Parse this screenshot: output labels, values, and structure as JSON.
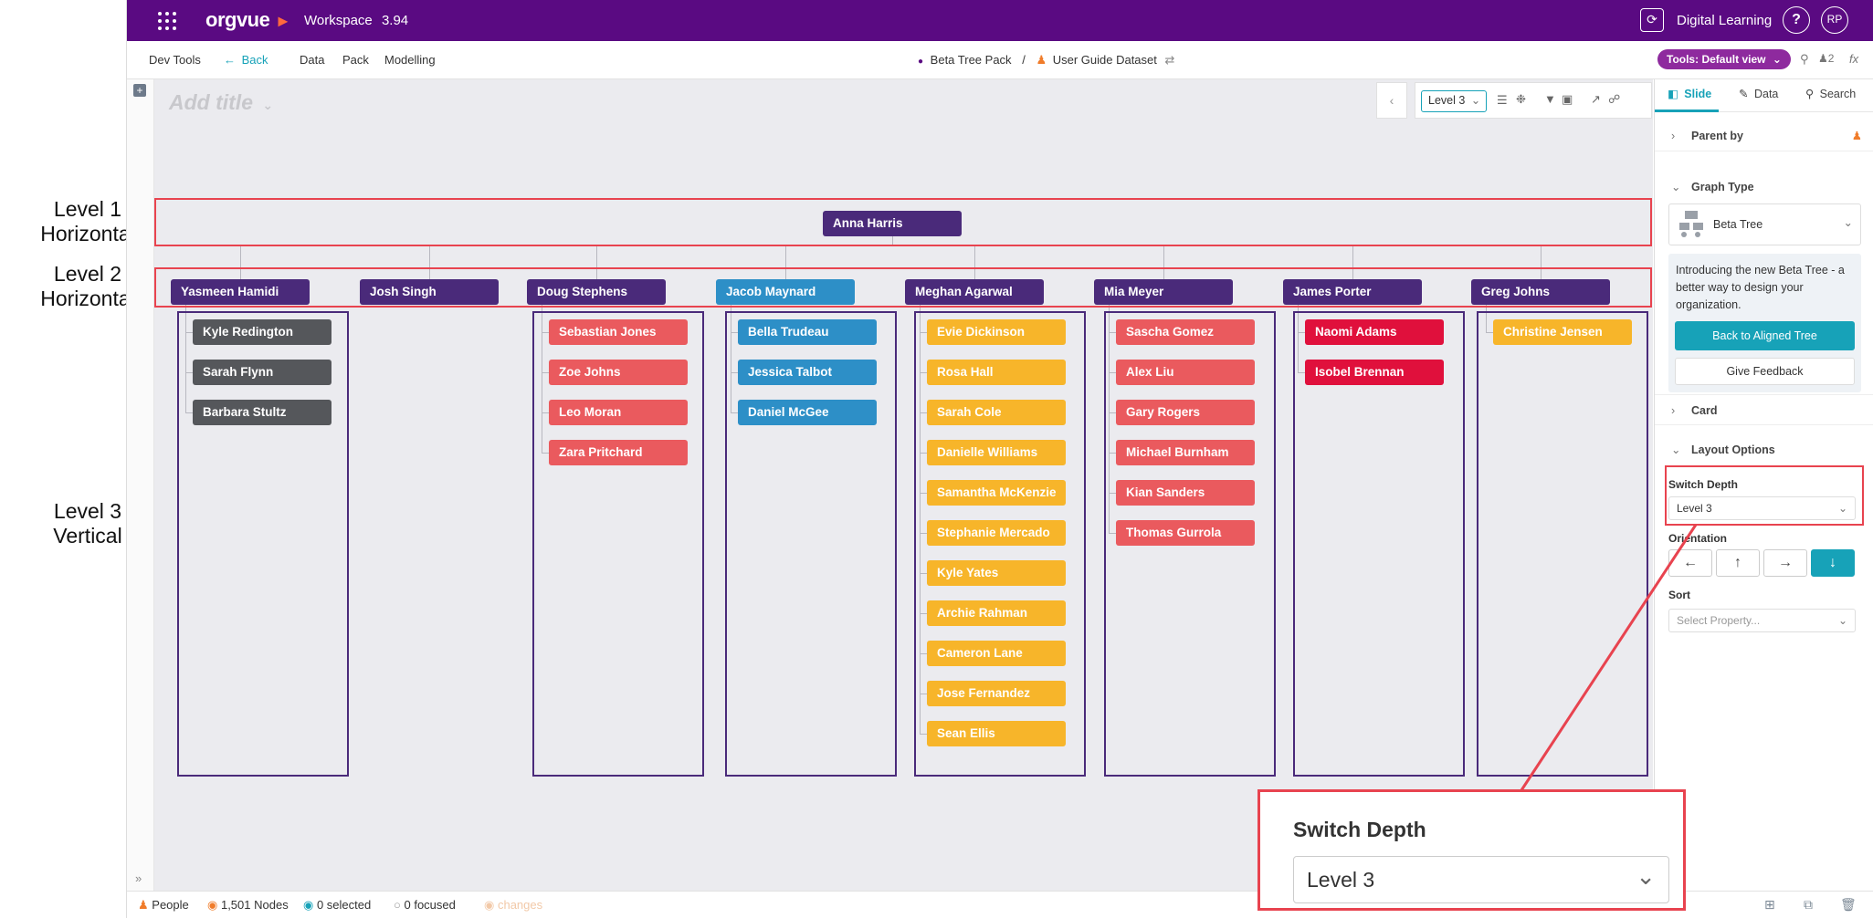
{
  "annotations": {
    "level1": [
      "Level 1",
      "Horizontal"
    ],
    "level2": [
      "Level 2",
      "Horizontal"
    ],
    "level3": [
      "Level 3",
      "Vertical"
    ],
    "zoom_title": "Switch Depth",
    "zoom_value": "Level 3"
  },
  "topbar": {
    "logo": "orgvue",
    "workspace": "Workspace",
    "version": "3.94",
    "org_name": "Digital Learning",
    "help": "?",
    "avatar": "RP"
  },
  "menubar": {
    "items": [
      "Dev Tools",
      "Back",
      "Data",
      "Pack",
      "Modelling"
    ],
    "breadcrumb_pack": "Beta Tree Pack",
    "breadcrumb_sep": "/",
    "breadcrumb_dataset": "User Guide Dataset",
    "tools_label": "Tools: Default view",
    "people_count": "2",
    "fx": "fx"
  },
  "canvas": {
    "title_placeholder": "Add title",
    "level_select": "Level 3"
  },
  "tree": {
    "root": {
      "name": "Anna Harris",
      "color": "#4a2a7a"
    },
    "level2": [
      {
        "name": "Yasmeen Hamidi",
        "color": "#4a2a7a",
        "children": [
          {
            "name": "Kyle Redington",
            "color": "#55575b"
          },
          {
            "name": "Sarah Flynn",
            "color": "#55575b"
          },
          {
            "name": "Barbara Stultz",
            "color": "#55575b"
          }
        ]
      },
      {
        "name": "Josh Singh",
        "color": "#4a2a7a",
        "children": []
      },
      {
        "name": "Doug Stephens",
        "color": "#4a2a7a",
        "children": [
          {
            "name": "Sebastian Jones",
            "color": "#ea5a5e"
          },
          {
            "name": "Zoe Johns",
            "color": "#ea5a5e"
          },
          {
            "name": "Leo Moran",
            "color": "#ea5a5e"
          },
          {
            "name": "Zara Pritchard",
            "color": "#ea5a5e"
          }
        ]
      },
      {
        "name": "Jacob Maynard",
        "color": "#2d8fc7",
        "children": [
          {
            "name": "Bella Trudeau",
            "color": "#2d8fc7"
          },
          {
            "name": "Jessica Talbot",
            "color": "#2d8fc7"
          },
          {
            "name": "Daniel McGee",
            "color": "#2d8fc7"
          }
        ]
      },
      {
        "name": "Meghan Agarwal",
        "color": "#4a2a7a",
        "children": [
          {
            "name": "Evie Dickinson",
            "color": "#f7b52a"
          },
          {
            "name": "Rosa Hall",
            "color": "#f7b52a"
          },
          {
            "name": "Sarah Cole",
            "color": "#f7b52a"
          },
          {
            "name": "Danielle Williams",
            "color": "#f7b52a"
          },
          {
            "name": "Samantha McKenzie",
            "color": "#f7b52a"
          },
          {
            "name": "Stephanie Mercado",
            "color": "#f7b52a"
          },
          {
            "name": "Kyle Yates",
            "color": "#f7b52a"
          },
          {
            "name": "Archie Rahman",
            "color": "#f7b52a"
          },
          {
            "name": "Cameron Lane",
            "color": "#f7b52a"
          },
          {
            "name": "Jose Fernandez",
            "color": "#f7b52a"
          },
          {
            "name": "Sean Ellis",
            "color": "#f7b52a"
          }
        ]
      },
      {
        "name": "Mia Meyer",
        "color": "#4a2a7a",
        "children": [
          {
            "name": "Sascha Gomez",
            "color": "#ea5a5e"
          },
          {
            "name": "Alex Liu",
            "color": "#ea5a5e"
          },
          {
            "name": "Gary Rogers",
            "color": "#ea5a5e"
          },
          {
            "name": "Michael Burnham",
            "color": "#ea5a5e"
          },
          {
            "name": "Kian Sanders",
            "color": "#ea5a5e"
          },
          {
            "name": "Thomas Gurrola",
            "color": "#ea5a5e"
          }
        ]
      },
      {
        "name": "James Porter",
        "color": "#4a2a7a",
        "children": [
          {
            "name": "Naomi Adams",
            "color": "#e0103c"
          },
          {
            "name": "Isobel Brennan",
            "color": "#e0103c"
          }
        ]
      },
      {
        "name": "Greg Johns",
        "color": "#4a2a7a",
        "children": [
          {
            "name": "Christine Jensen",
            "color": "#f7b52a"
          }
        ]
      }
    ]
  },
  "rightpanel": {
    "tabs": [
      "Slide",
      "Data",
      "Search"
    ],
    "parent_by": "Parent by",
    "graph_type": "Graph Type",
    "graph_value": "Beta Tree",
    "promo": "Introducing the new Beta Tree - a better way to design your organization.",
    "back_button": "Back to Aligned Tree",
    "feedback_button": "Give Feedback",
    "card": "Card",
    "layout_options": "Layout Options",
    "switch_depth": "Switch Depth",
    "switch_depth_value": "Level 3",
    "orientation": "Orientation",
    "sort": "Sort",
    "sort_placeholder": "Select Property..."
  },
  "statusbar": {
    "people": "People",
    "nodes": "1,501 Nodes",
    "selected": "0 selected",
    "focused": "0 focused",
    "changes": "changes"
  },
  "colors": {
    "brand": "#5a0a82",
    "accent": "#17a2b8",
    "highlight": "#e8434f"
  }
}
